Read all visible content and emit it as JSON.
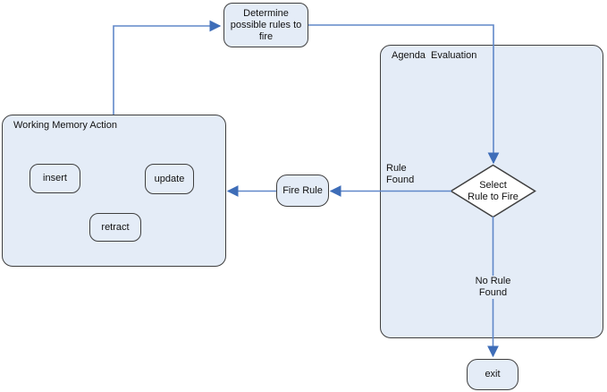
{
  "diagram": {
    "title": "Rule engine execution cycle flowchart",
    "colors": {
      "background": "#ffffff",
      "node_fill": "#e4ecf7",
      "node_border": "#3f3f3f",
      "diamond_fill": "#ffffff",
      "connector": "#6088c9",
      "arrowhead": "#3e6db8",
      "text": "#111111"
    },
    "nodes": {
      "determine": {
        "label": "Determine\npossible rules to\nfire"
      },
      "agenda_group": {
        "label": "Agenda  Evaluation"
      },
      "working_memory_group": {
        "label": "Working Memory Action"
      },
      "insert": {
        "label": "insert"
      },
      "update": {
        "label": "update"
      },
      "retract": {
        "label": "retract"
      },
      "fire_rule": {
        "label": "Fire Rule"
      },
      "select_rule": {
        "label": "Select\nRule to Fire"
      },
      "exit": {
        "label": "exit"
      }
    },
    "edge_labels": {
      "rule_found": "Rule\nFound",
      "no_rule_found": "No Rule\nFound"
    },
    "edges": [
      {
        "from": "working_memory_group",
        "to": "determine"
      },
      {
        "from": "determine",
        "to": "select_rule"
      },
      {
        "from": "select_rule",
        "to": "fire_rule",
        "label": "Rule Found"
      },
      {
        "from": "fire_rule",
        "to": "working_memory_group"
      },
      {
        "from": "select_rule",
        "to": "exit",
        "label": "No Rule Found"
      }
    ]
  }
}
